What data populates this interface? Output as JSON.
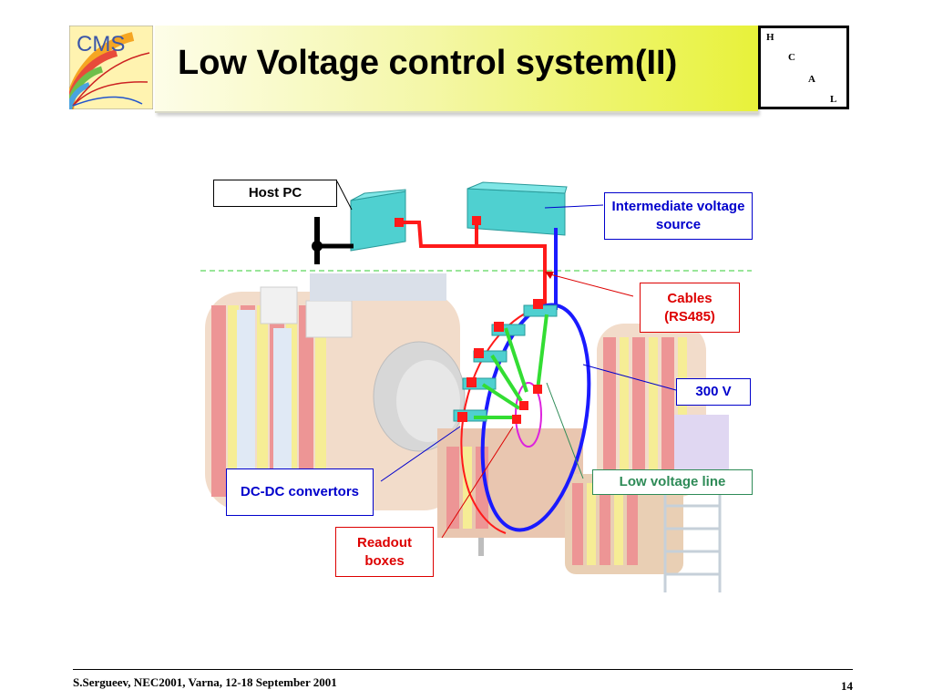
{
  "slide": {
    "title": "Low Voltage control system(II)",
    "footer": "S.Sergueev, NEC2001, Varna, 12-18 September 2001",
    "page_number": "14"
  },
  "logo": {
    "text": "CMS"
  },
  "hcal_letters": [
    "H",
    "C",
    "A",
    "L"
  ],
  "labels": {
    "host_pc": "Host PC",
    "intermediate_voltage_source": "Intermediate voltage source",
    "cables": "Cables (RS485)",
    "hv": "300 V",
    "low_voltage_line": "Low voltage line",
    "dcdc": "DC-DC convertors",
    "readout_boxes": "Readout boxes"
  },
  "colors": {
    "title_band": "#f4f7a8",
    "cable_red": "#ff1a1a",
    "hv_blue": "#1a1aff",
    "lv_green": "#33dd33",
    "box_teal": "#4fd0d0",
    "label_blue": "#0000cc",
    "label_red": "#dd0000",
    "label_green": "#2e8b57"
  }
}
